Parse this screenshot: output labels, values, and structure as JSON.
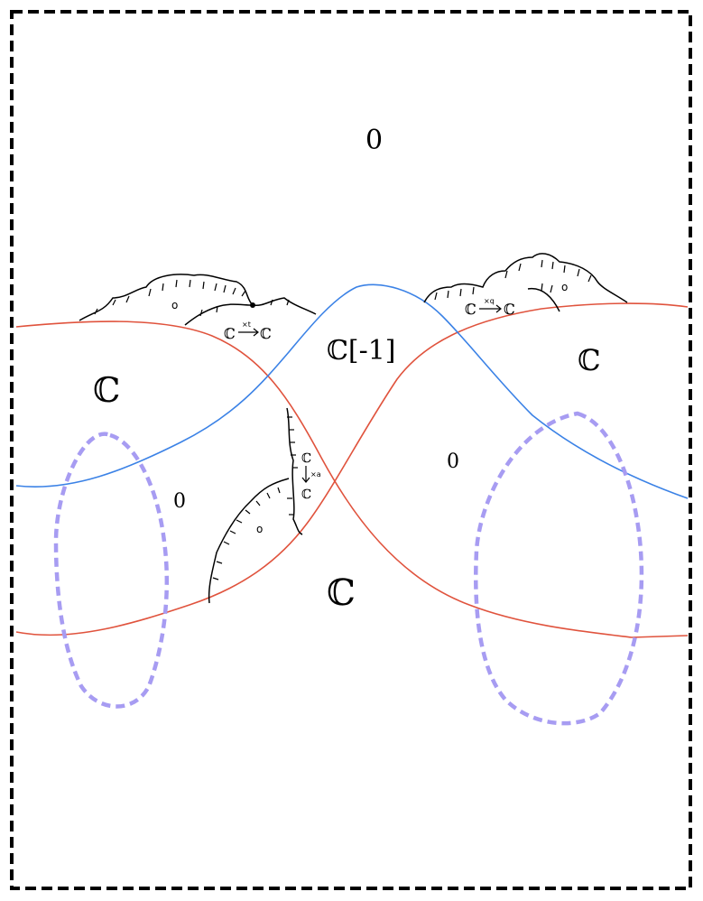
{
  "colors": {
    "frame": "#000000",
    "red_curve": "#e0533d",
    "blue_curve": "#3b82e6",
    "dashed_loops": "#a79cf2",
    "ink": "#000000"
  },
  "labels": {
    "top_zero": "0",
    "left_C": "ℂ",
    "center_C_shift": "ℂ[-1]",
    "right_C": "ℂ",
    "left_zero": "0",
    "right_zero": "0",
    "bottom_C": "ℂ",
    "inner_zero_left_mountain": "o",
    "inner_zero_right_mountain": "o",
    "inner_zero_cliff": "o",
    "arrow_left": {
      "from": "ℂ",
      "to": "ℂ",
      "over": "×t"
    },
    "arrow_right": {
      "from": "ℂ",
      "to": "ℂ",
      "over": "×q"
    },
    "arrow_vertical": {
      "from": "ℂ",
      "to": "ℂ",
      "over": "×a"
    }
  }
}
